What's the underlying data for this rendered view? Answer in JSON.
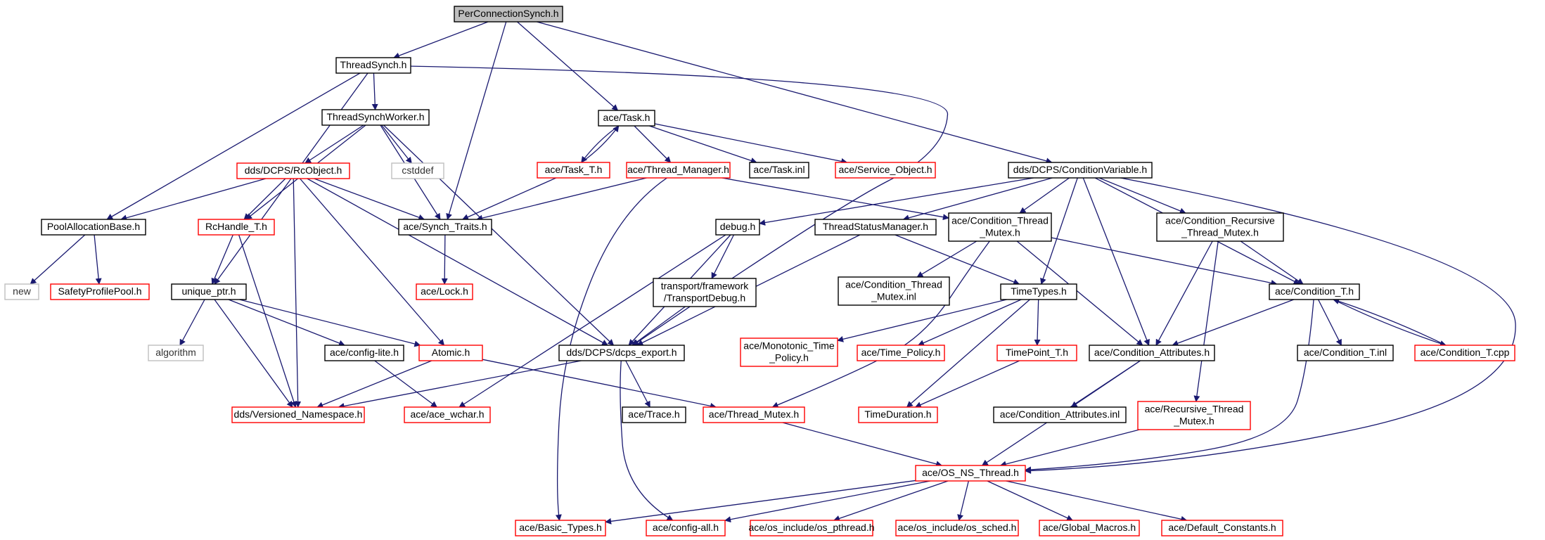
{
  "graph": {
    "colors": {
      "edge": "#191970",
      "root_fill": "#bfbfbf",
      "border_normal": "#000000",
      "border_red": "#ff0000",
      "border_gray": "#bfbfbf",
      "text": "#000000",
      "text_gray": "#000000"
    },
    "nodes": {
      "root": "PerConnectionSynch.h",
      "threadsynch": "ThreadSynch.h",
      "threadsynchworker": "ThreadSynchWorker.h",
      "rcobject": "dds/DCPS/RcObject.h",
      "cstddef": "cstddef",
      "rchandle": "RcHandle_T.h",
      "poolalloc": "PoolAllocationBase.h",
      "new": "new",
      "safetypool": "SafetyProfilePool.h",
      "uniqueptr": "unique_ptr.h",
      "algorithm": "algorithm",
      "configlite": "ace/config-lite.h",
      "atomic": "Atomic.h",
      "versioned": "dds/Versioned_Namespace.h",
      "acewchar": "ace/ace_wchar.h",
      "task": "ace/Task.h",
      "task_t": "ace/Task_T.h",
      "threadmgr": "ace/Thread_Manager.h",
      "taskinl": "ace/Task.inl",
      "serviceobj": "ace/Service_Object.h",
      "synchtraits": "ace/Synch_Traits.h",
      "acelock": "ace/Lock.h",
      "debug": "debug.h",
      "transportdebug": "transport/framework\n/TransportDebug.h",
      "dcpsexport": "dds/DCPS/dcps_export.h",
      "acetrace": "ace/Trace.h",
      "threadmutex": "ace/Thread_Mutex.h",
      "condvar": "dds/DCPS/ConditionVariable.h",
      "threadstatus": "ThreadStatusManager.h",
      "condthreadmutex": "ace/Condition_Thread\n_Mutex.h",
      "condthreadmutexinl": "ace/Condition_Thread\n_Mutex.inl",
      "condrecursive": "ace/Condition_Recursive\n_Thread_Mutex.h",
      "timetypes": "TimeTypes.h",
      "monotonic": "ace/Monotonic_Time\n_Policy.h",
      "timepolicy": "ace/Time_Policy.h",
      "timepoint": "TimePoint_T.h",
      "timeduration": "TimeDuration.h",
      "condattr": "ace/Condition_Attributes.h",
      "condattrinl": "ace/Condition_Attributes.inl",
      "condt": "ace/Condition_T.h",
      "condtinl": "ace/Condition_T.inl",
      "condtcpp": "ace/Condition_T.cpp",
      "recthreadmutex": "ace/Recursive_Thread\n_Mutex.h",
      "osnsthread": "ace/OS_NS_Thread.h",
      "basictypes": "ace/Basic_Types.h",
      "configall": "ace/config-all.h",
      "pthread": "ace/os_include/os_pthread.h",
      "sched": "ace/os_include/os_sched.h",
      "globalmacros": "ace/Global_Macros.h",
      "defconst": "ace/Default_Constants.h"
    }
  }
}
